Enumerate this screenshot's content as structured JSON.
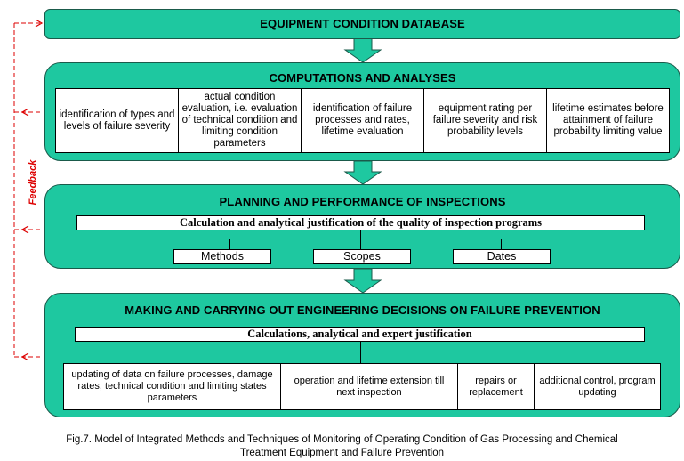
{
  "colors": {
    "panel_fill": "#1ec8a0",
    "panel_border": "#1a5a4a",
    "feedback": "#dd0000"
  },
  "panels": {
    "database": {
      "title": "EQUIPMENT CONDITION DATABASE"
    },
    "computations": {
      "title": "COMPUTATIONS AND ANALYSES",
      "cells": [
        "identification of types and levels of failure severity",
        "actual condition evaluation, i.e. evaluation of technical condition and limiting condition parameters",
        "identification of failure processes and rates, lifetime evaluation",
        "equipment rating per failure severity and risk probability levels",
        "lifetime estimates before attainment of failure probability limiting value"
      ]
    },
    "inspections": {
      "title": "PLANNING AND PERFORMANCE OF INSPECTIONS",
      "bar": "Calculation and analytical justification of the quality of inspection programs",
      "boxes": [
        "Methods",
        "Scopes",
        "Dates"
      ]
    },
    "decisions": {
      "title": "MAKING AND CARRYING OUT ENGINEERING DECISIONS ON FAILURE PREVENTION",
      "bar": "Calculations, analytical and expert justification",
      "cells": [
        "updating of data on failure processes, damage rates, technical condition and limiting states parameters",
        "operation and lifetime extension till next inspection",
        "repairs or replacement",
        "additional control, program updating"
      ]
    }
  },
  "feedback_label": "Feedback",
  "caption": {
    "line1": "Fig.7. Model of Integrated Methods and Techniques of Monitoring of Operating Condition of Gas Processing and Chemical",
    "line2": "Treatment Equipment and Failure Prevention"
  }
}
